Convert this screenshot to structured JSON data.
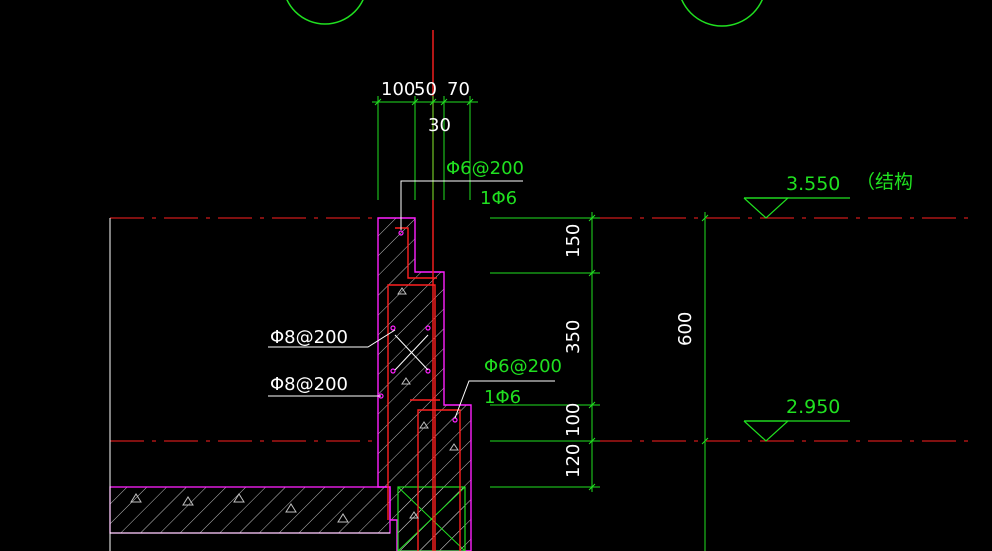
{
  "colors": {
    "background": "#000000",
    "axis": "#ff2020",
    "dim": "#20e020",
    "outline": "#ff20ff",
    "rebar": "#ff2020",
    "hatch": "#c8c8c8",
    "white": "#ffffff"
  },
  "top_dims": {
    "d100": "100",
    "d50": "50",
    "d70": "70",
    "d30": "30"
  },
  "callouts": {
    "top_stirrup": "Φ6@200",
    "top_bar": "1Φ6",
    "left_upper": "Φ8@200",
    "left_lower": "Φ8@200",
    "right_stirrup": "Φ6@200",
    "right_bar": "1Φ6"
  },
  "elevations": {
    "upper": "3.550",
    "upper_note": "（结构",
    "lower": "2.950"
  },
  "right_dims": {
    "d150": "150",
    "d350": "350",
    "d100": "100",
    "d120": "120",
    "total": "600"
  }
}
